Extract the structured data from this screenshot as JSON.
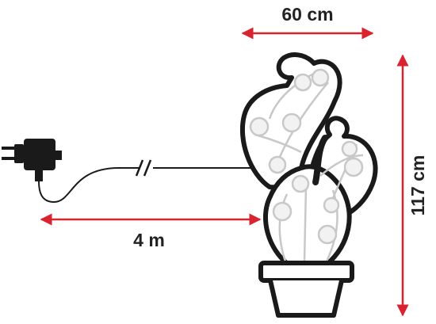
{
  "dimensions": {
    "width_label": "60 cm",
    "height_label": "117 cm",
    "cable_label": "4 m"
  },
  "colors": {
    "arrow": "#d9232f",
    "outline": "#1a1a1a",
    "bulb_fill": "#f2f2f2",
    "wire": "#c8c8c8",
    "text": "#222222"
  },
  "icons": [
    "power-adapter-icon",
    "cactus-light-icon",
    "cable-break-icon"
  ]
}
